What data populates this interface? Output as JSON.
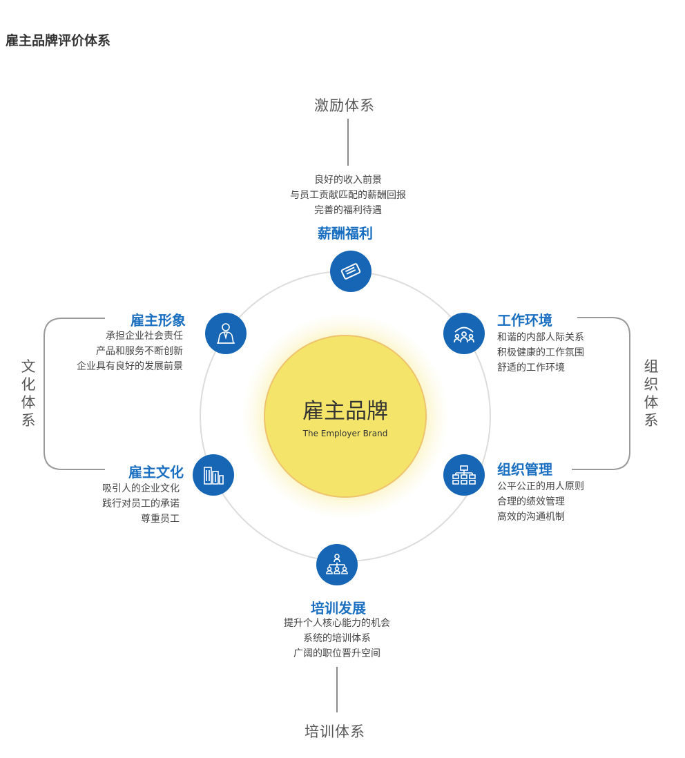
{
  "title": "雇主品牌评价体系",
  "core": {
    "title": "雇主品牌",
    "subtitle": "The Employer Brand"
  },
  "systems": {
    "top": "激励体系",
    "bottom": "培训体系",
    "left": [
      "文",
      "化",
      "体",
      "系"
    ],
    "right": [
      "组",
      "织",
      "体",
      "系"
    ]
  },
  "nodes": {
    "salary": {
      "title": "薪酬福利",
      "lines": [
        "良好的收入前景",
        "与员工贡献匹配的薪酬回报",
        "完善的福利待遇"
      ],
      "icon": "ticket-icon"
    },
    "environment": {
      "title": "工作环境",
      "lines": [
        "和谐的内部人际关系",
        "积极健康的工作氛围",
        "舒适的工作环境"
      ],
      "icon": "team-meeting-icon"
    },
    "management": {
      "title": "组织管理",
      "lines": [
        "公平公正的用人原则",
        "合理的绩效管理",
        "高效的沟通机制"
      ],
      "icon": "org-chart-icon"
    },
    "training": {
      "title": "培训发展",
      "lines": [
        "提升个人核心能力的机会",
        "系统的培训体系",
        "广阔的职位晋升空间"
      ],
      "icon": "hierarchy-people-icon"
    },
    "culture": {
      "title": "雇主文化",
      "lines": [
        "吸引人的企业文化",
        "践行对员工的承诺",
        "尊重员工"
      ],
      "icon": "buildings-icon"
    },
    "image": {
      "title": "雇主形象",
      "lines": [
        "承担企业社会责任",
        "产品和服务不断创新",
        "企业具有良好的发展前景"
      ],
      "icon": "businessman-icon"
    }
  },
  "colors": {
    "accent": "#1766b5",
    "title_blue": "#1a6fc0",
    "core_yellow": "#f3e56a",
    "core_ring": "#f0c76a",
    "ring_gray": "#dddddd"
  }
}
